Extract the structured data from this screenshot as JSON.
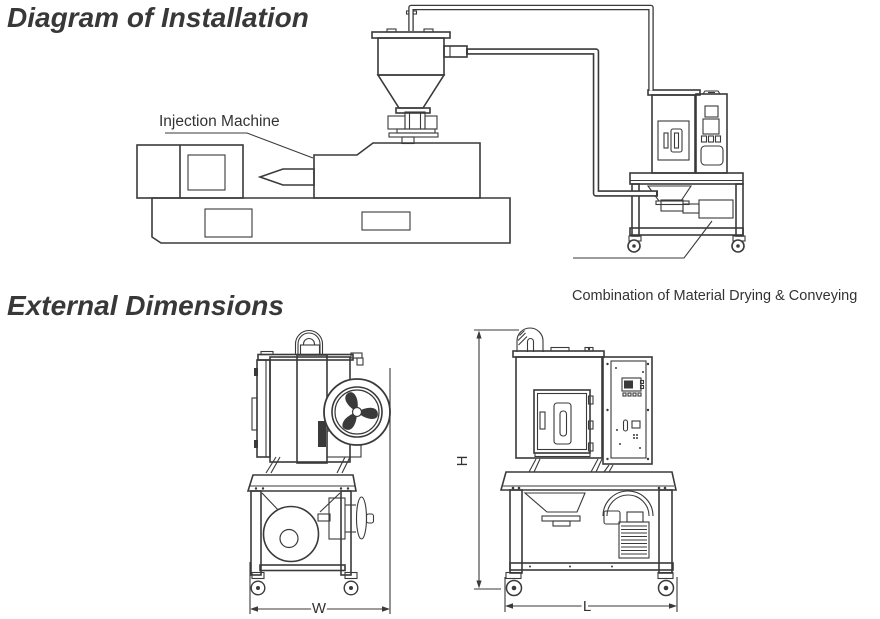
{
  "page": {
    "background": "#ffffff",
    "line_color": "#3a3a3a",
    "title_color": "#383838"
  },
  "installation": {
    "title": "Diagram of Installation",
    "labels": {
      "injection_machine": "Injection Machine",
      "caption": "Combination of Material Drying & Conveying"
    }
  },
  "dimensions": {
    "title": "External Dimensions",
    "labels": {
      "width": "W",
      "height": "H",
      "length": "L"
    }
  }
}
